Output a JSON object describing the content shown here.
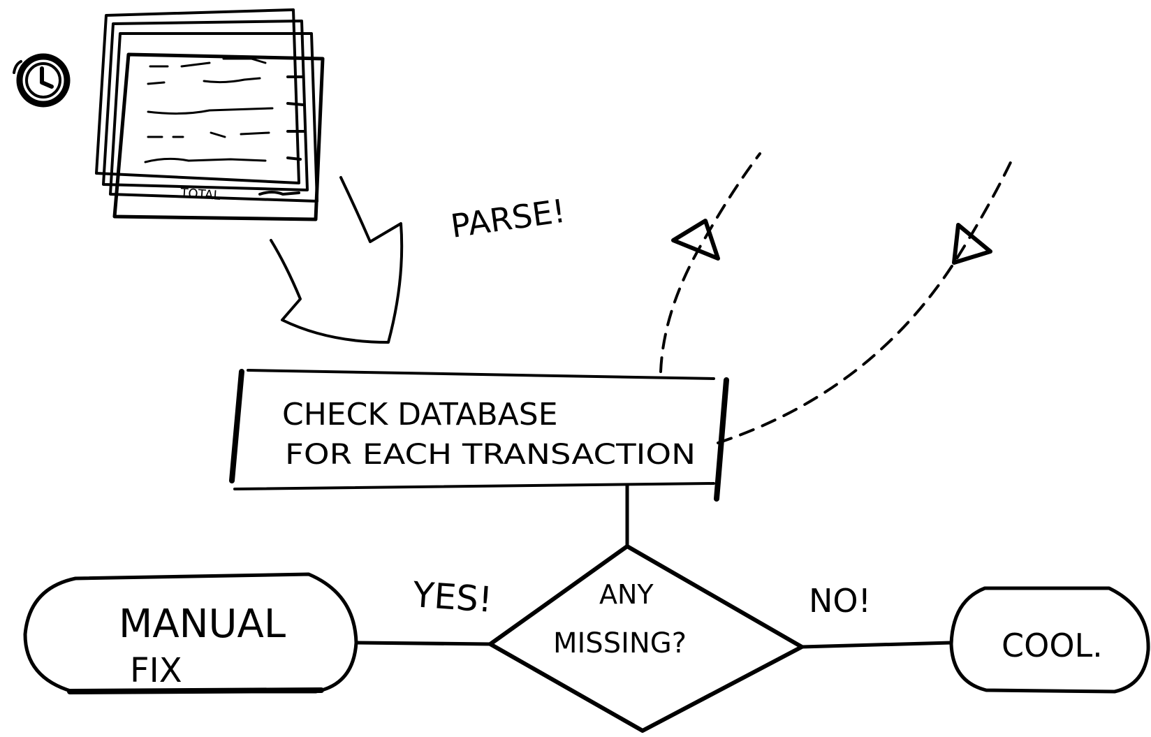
{
  "document": {
    "total_label": "Total"
  },
  "labels": {
    "parse": "Parse!",
    "yes": "Yes!",
    "no": "No!"
  },
  "nodes": {
    "check_database": {
      "line1": "Check Database",
      "line2": "For Each Transaction"
    },
    "decision": {
      "line1": "Any",
      "line2": "Missing?"
    },
    "manual_fix": {
      "line1": "Manual",
      "line2": "Fix"
    },
    "cool": {
      "label": "Cool."
    }
  },
  "colors": {
    "ink": "#000000",
    "paper": "#ffffff"
  },
  "icons": {
    "clock": "clock-icon"
  }
}
